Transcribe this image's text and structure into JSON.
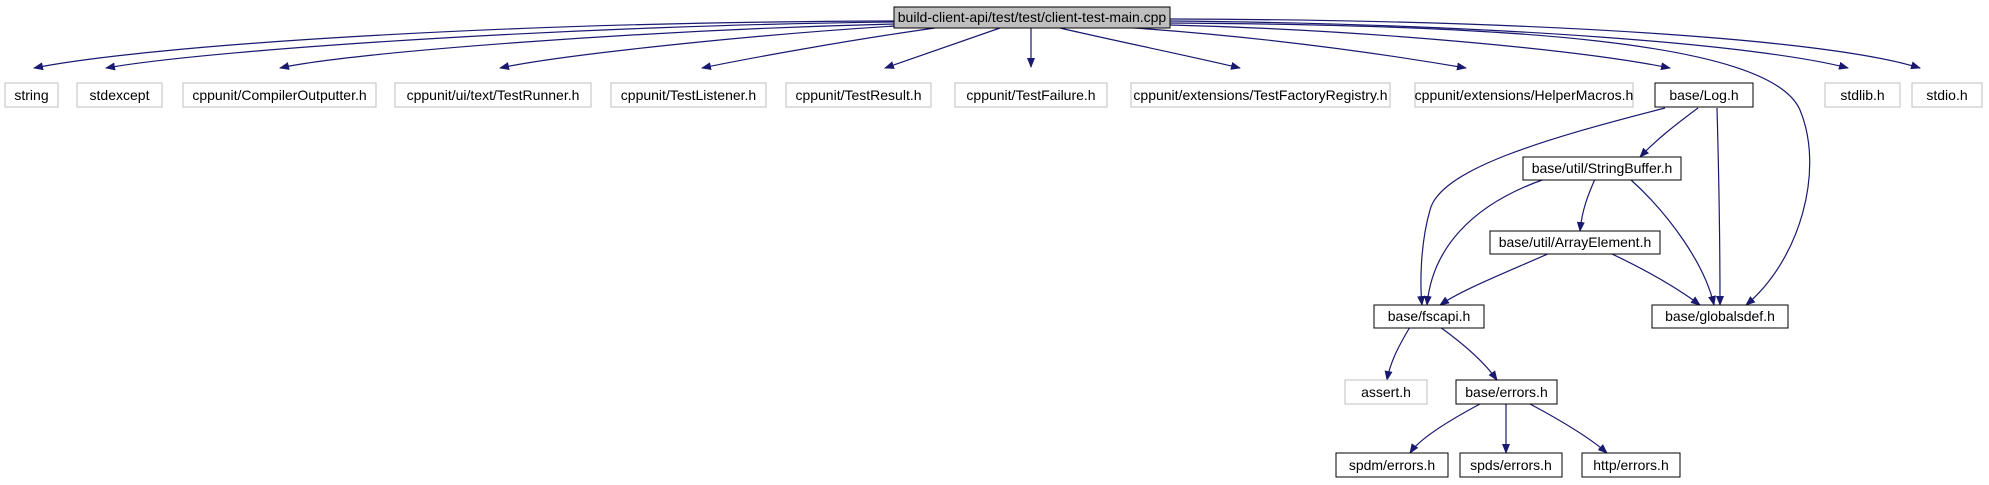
{
  "colors": {
    "edge": "#191970",
    "root_fill": "#bfbfbf",
    "box_border": "#000000",
    "external_border": "#bfbfbf",
    "text": "#000000"
  },
  "nodes": {
    "root": "build-client-api/test/test/client-test-main.cpp",
    "string": "string",
    "stdexcept": "stdexcept",
    "compiler_outputter": "cppunit/CompilerOutputter.h",
    "test_runner": "cppunit/ui/text/TestRunner.h",
    "test_listener": "cppunit/TestListener.h",
    "test_result": "cppunit/TestResult.h",
    "test_failure": "cppunit/TestFailure.h",
    "test_factory_registry": "cppunit/extensions/TestFactoryRegistry.h",
    "helper_macros": "cppunit/extensions/HelperMacros.h",
    "base_log": "base/Log.h",
    "stdlib": "stdlib.h",
    "stdio": "stdio.h",
    "string_buffer": "base/util/StringBuffer.h",
    "array_element": "base/util/ArrayElement.h",
    "fscapi": "base/fscapi.h",
    "globalsdef": "base/globalsdef.h",
    "assert": "assert.h",
    "errors": "base/errors.h",
    "spdm_errors": "spdm/errors.h",
    "spds_errors": "spds/errors.h",
    "http_errors": "http/errors.h"
  }
}
